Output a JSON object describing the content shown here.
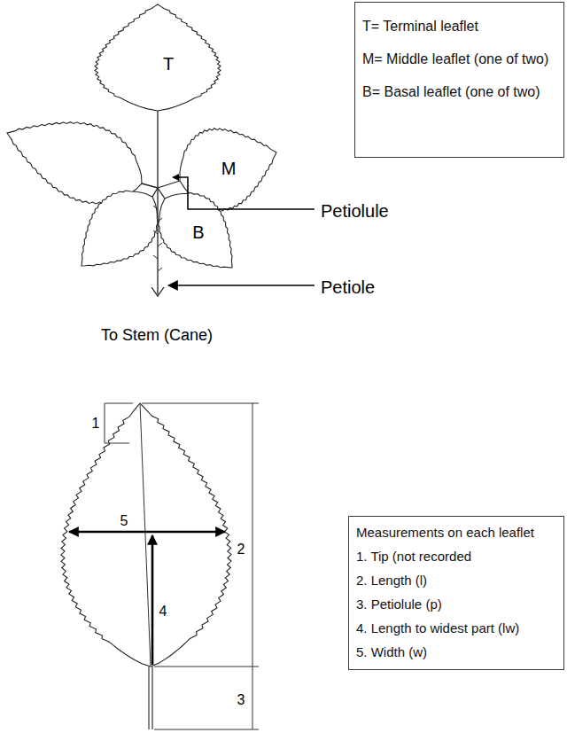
{
  "diagram": {
    "nodes": [
      {
        "text": [
          "T= Terminal leaflet",
          "M= Middle leaflet (one of two)",
          "B= Basal leaflet (one of two)"
        ]
      },
      {
        "text": [
          "Measurements on each leaflet",
          "1. Tip (not recorded",
          "2. Length (l)",
          "3. Petiolule (p)",
          "4. Length to widest part (lw)",
          "5. Width (w)"
        ]
      }
    ],
    "labels": [
      "T",
      "M",
      "B",
      "Petiolule",
      "Petiole",
      "To Stem (Cane)",
      "1",
      "2",
      "3",
      "4",
      "5"
    ]
  }
}
